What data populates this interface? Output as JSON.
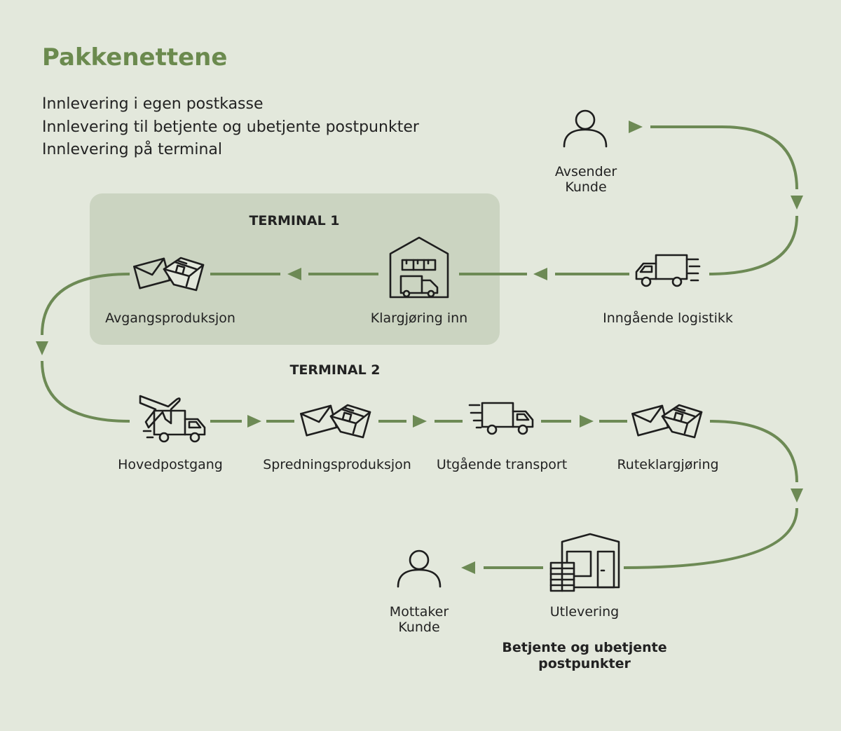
{
  "title": "Pakkenettene",
  "intro": [
    "Innlevering i egen postkasse",
    "Innlevering til betjente og ubetjente postpunkter",
    "Innlevering på terminal"
  ],
  "colors": {
    "background": "#e3e8dc",
    "terminal_box": "#cbd4c1",
    "accent": "#6d8a55",
    "title": "#6b8a4e"
  },
  "terminal1": "TERMINAL 1",
  "terminal2": "TERMINAL 2",
  "nodes": {
    "sender": {
      "line1": "Avsender",
      "line2": "Kunde",
      "icon": "person-icon"
    },
    "inbound": {
      "label": "Inngående logistikk",
      "icon": "truck-icon"
    },
    "prep_in": {
      "label": "Klargjøring inn",
      "icon": "warehouse-icon"
    },
    "departure": {
      "label": "Avgangsproduksjon",
      "icon": "envelope-parcel-icon"
    },
    "main_post": {
      "label": "Hovedpostgang",
      "icon": "plane-truck-icon"
    },
    "distribution": {
      "label": "Spredningsproduksjon",
      "icon": "envelope-parcel-icon"
    },
    "outbound": {
      "label": "Utgående transport",
      "icon": "truck-icon"
    },
    "route_prep": {
      "label": "Ruteklargjøring",
      "icon": "envelope-parcel-icon"
    },
    "delivery": {
      "label": "Utlevering",
      "icon": "parcel-locker-store-icon",
      "sub1": "Betjente og ubetjente",
      "sub2": "postpunkter"
    },
    "receiver": {
      "line1": "Mottaker",
      "line2": "Kunde",
      "icon": "person-icon"
    }
  }
}
